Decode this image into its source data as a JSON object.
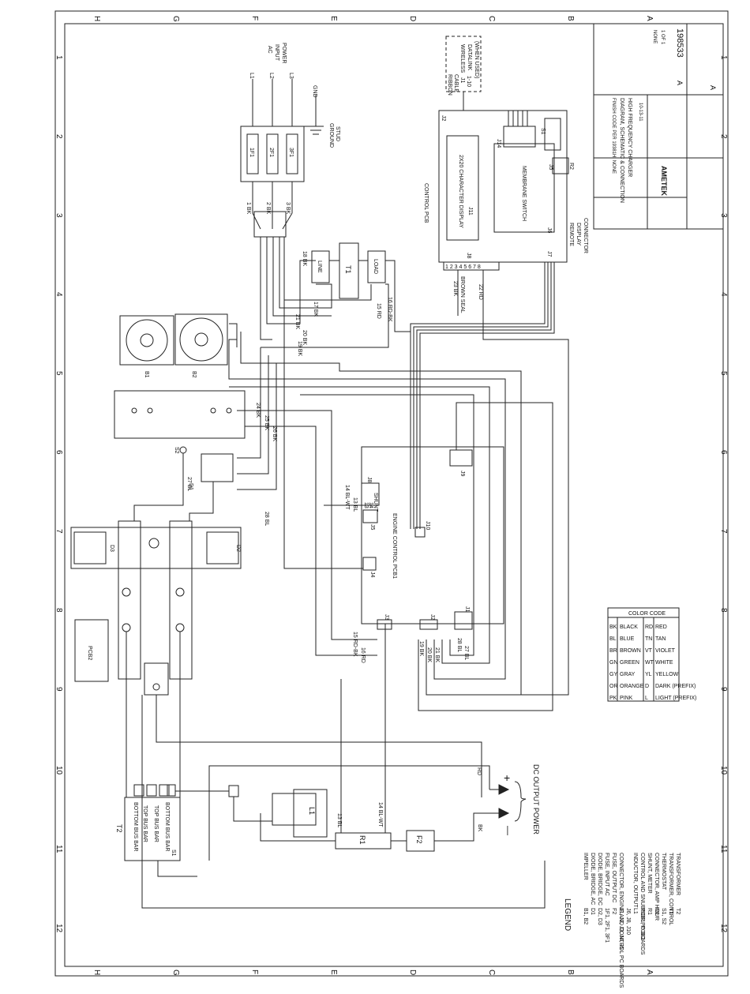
{
  "border": {
    "rows": [
      "H",
      "G",
      "F",
      "E",
      "D",
      "C",
      "B",
      "A"
    ],
    "cols": [
      "1",
      "2",
      "3",
      "4",
      "5",
      "6",
      "7",
      "8",
      "9",
      "10",
      "11",
      "12"
    ]
  },
  "input_power": {
    "label_lines": [
      "AC",
      "INPUT",
      "POWER"
    ],
    "lines": [
      "L1",
      "L2",
      "L3"
    ],
    "fuses": [
      "1F1",
      "2F1",
      "3F1"
    ],
    "gnd": "GND",
    "ground_stud": [
      "GROUND",
      "STUD"
    ]
  },
  "wires": {
    "w1": "1 BK",
    "w2": "2 BK",
    "w3": "3 BK",
    "w15": "15 RD",
    "w16": "16 RD-BK",
    "w17": "17 BK",
    "w18": "18 BK",
    "w19": "19 BK",
    "w20": "20 BK",
    "w21": "21 BK",
    "w22": "22 RD",
    "w23": "23 BK",
    "w24": "24 BK",
    "w25": "25 BK",
    "w26": "26 BK",
    "w27": "27 BL",
    "w28": "28 BL",
    "w13": "13 BL",
    "w14": "14 BL-WT",
    "rd": "RD",
    "bk": "BK",
    "w14bot": "14 BL-WT",
    "w13bot": "13 BL",
    "w15bot": "15 RD-BK",
    "w16bot": "16 RD",
    "w19bot": "19 BK",
    "w20bot": "20 BK",
    "w21bot": "21 BK",
    "w28bot": "28 BL",
    "w27bot": "27 BL",
    "brown": "BROWN SEAL"
  },
  "transformer": {
    "name": "T1",
    "line": "LINE",
    "load": "LOAD"
  },
  "control_pcb": {
    "title": "CONTROL PCB",
    "display": "2X20 CHARACTER DISPLAY",
    "membrane": "MEMBRANE SWITCH",
    "j2": "J2",
    "j4": "J4",
    "j5": "J5",
    "j6": "J6",
    "j7": "J7",
    "j8": "J8",
    "j11": "J11",
    "j14": "J14",
    "s1": "S1",
    "r2": "R2",
    "pins": "1 2 3 4 5 6 7 8",
    "remote": [
      "REMOTE",
      "DISPLAY",
      "CONNECTOR"
    ]
  },
  "wireless": {
    "ribbon": [
      "RIBBON",
      "CABLE",
      "J1",
      "1-10"
    ],
    "box": [
      "WIRELESS",
      "DATALINK",
      "(WHEN USED)"
    ]
  },
  "fans": {
    "b1": "B1",
    "b2": "B2"
  },
  "bridge": {
    "d1": "D1",
    "d2": "D2",
    "d3": "D3",
    "s2": "S2",
    "pcb2": "PCB2"
  },
  "engine_pcb": {
    "title": "ENGINE CONTROL PCB1",
    "j1": "J1",
    "j2": "J2",
    "j3": "J3",
    "j4": "J4",
    "j5": "J5",
    "j8": "J8",
    "j9": "J9",
    "j10": "J10",
    "shunt": "SHUNT",
    "pin13": "13",
    "pin14": "14"
  },
  "dc_output": {
    "label": "DC OUTPUT POWER",
    "plus": "+",
    "minus": "—",
    "r1": "R1",
    "f2": "F2",
    "l1": "L1",
    "t2": "T2"
  },
  "busbars": {
    "b1": "BOTTOM BUS BAR",
    "b2": "TOP BUS BAR",
    "b3": "TOP BUS BAR",
    "b4": "BOTTOM BUS BAR",
    "s1": "S1"
  },
  "color_code": {
    "title": "COLOR CODE",
    "col1": [
      [
        "BK",
        "BLACK"
      ],
      [
        "BL",
        "BLUE"
      ],
      [
        "BR",
        "BROWN"
      ],
      [
        "GN",
        "GREEN"
      ],
      [
        "GY",
        "GRAY"
      ],
      [
        "OR",
        "ORANGE"
      ],
      [
        "PK",
        "PINK"
      ]
    ],
    "col2": [
      [
        "RD",
        "RED"
      ],
      [
        "TN",
        "TAN"
      ],
      [
        "VT",
        "VIOLET"
      ],
      [
        "WT",
        "WHITE"
      ],
      [
        "YL",
        "YELLOW"
      ],
      [
        "D",
        "DARK (PREFIX)"
      ],
      [
        "L",
        "LIGHT (PREFIX)"
      ]
    ]
  },
  "legend": {
    "title": "LEGEND",
    "items": [
      [
        "B1, B2",
        "IMPELLER"
      ],
      [
        "D1",
        "DIODE, BRIDGE, AC"
      ],
      [
        "D2, D3",
        "DIODE, BRIDGE, DC"
      ],
      [
        "1F1, 2F1, 3F1",
        "FUSE, INPUT AC"
      ],
      [
        "F2",
        "FUSE, OUTPUT DC"
      ],
      [
        "J1, J2, J3, J4, J5",
        "CONNECTOR, ENGINE AND CONTROL PC BOARDS"
      ],
      [
        "J6, J8, J10",
        ""
      ],
      [
        "L1",
        "INDUCTOR, OUTPUT"
      ],
      [
        "PCB1, PCB2",
        "CONTROL AND SNUBBER PC BOARDS"
      ],
      [
        "R1",
        "SHUNT, METER"
      ],
      [
        "R2",
        "CONNECTOR, AMP HOUR"
      ],
      [
        "S1, S2",
        "THERMOSTAT"
      ],
      [
        "T1",
        "TRANSFORMER, CONTROL"
      ],
      [
        "T2",
        "TRANSFORMER"
      ]
    ]
  },
  "title_block": {
    "company": "AMETEK",
    "title": "DIAGRAM, SCHEMATIC & CONNECTION",
    "subtitle": "HIGH FREQUENCY CHARGER",
    "dwg_no": "198533",
    "size": "A",
    "rev": "A",
    "finish": "FINISH CODE PER 19381H: NONE",
    "scale": "NONE",
    "sheet": "1 OF 1",
    "date": "10-13-11"
  }
}
